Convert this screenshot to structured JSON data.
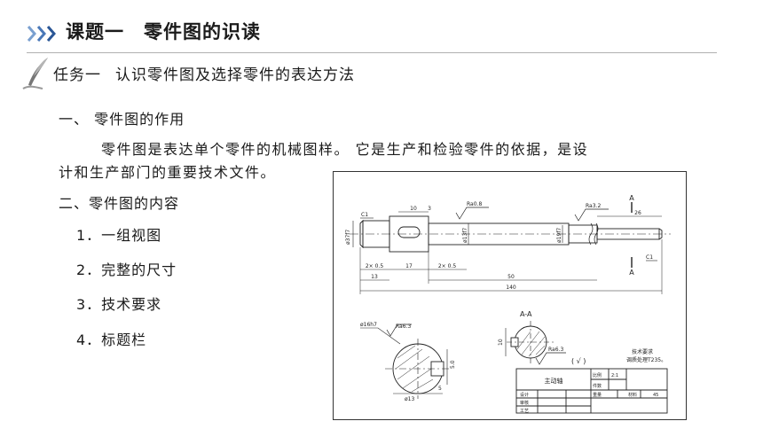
{
  "header": {
    "chevron_icon": "triple-chevron-right-icon",
    "chevron_colors": [
      "#7aa0d0",
      "#4a78b8",
      "#2a5696"
    ],
    "topic": "课题一",
    "title": "零件图的识读"
  },
  "task": {
    "icon": "quill-pen-icon",
    "label": "任务一",
    "title": "认识零件图及选择零件的表达方法"
  },
  "section1": {
    "heading": "一、 零件图的作用",
    "para_line1": "零件图是表达单个零件的机械图样。 它是生产和检验零件的依据，是设",
    "para_line2": "计和生产部门的重要技术文件。"
  },
  "section2": {
    "heading": "二、零件图的内容",
    "items": [
      "1．一组视图",
      "2．完整的尺寸",
      "3．技术要求",
      "4．标题栏"
    ]
  },
  "drawing": {
    "section_marker": "A",
    "dims": {
      "d10": "10",
      "d3": "3",
      "d26": "26",
      "d2x05a": "2× 0.5",
      "d17": "17",
      "d2x05b": "2× 0.5",
      "d50": "50",
      "d13": "13",
      "d140": "140",
      "d10b": "10",
      "d5": "5"
    },
    "callouts": {
      "c1a": "C1",
      "c1b": "C1",
      "ra08": "Ra0.8",
      "ra32": "Ra3.2",
      "ra63a": "Ra6.3",
      "ra63b": "Ra6.3",
      "phi37f7": "ø37f7",
      "phi13f7": "ø13f7",
      "phi19f7": "ø19f7",
      "phi16h7": "ø16h7",
      "phi13": "ø13",
      "dim5": "5.0"
    },
    "section_label": "A-A",
    "roughness_note": "( √ )",
    "tech_req_title": "技术要求",
    "tech_req_text": "调质处理T235。",
    "title_block": {
      "part_name": "主动轴",
      "scale_label": "比例",
      "scale_value": "2:1",
      "qty_label": "件数",
      "weight_label": "重量",
      "material_label": "材料",
      "material_value": "45",
      "design": "设计",
      "check": "审核",
      "process": "工艺"
    }
  }
}
